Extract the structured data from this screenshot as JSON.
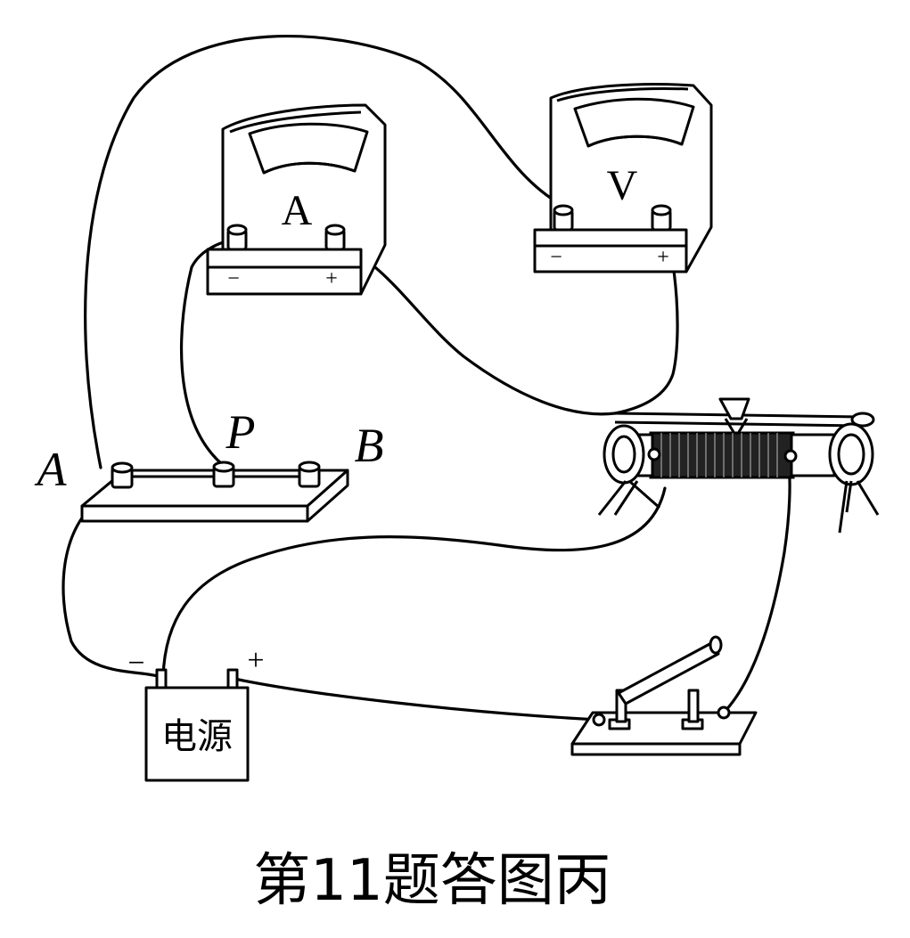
{
  "labels": {
    "ammeter": "A",
    "voltmeter": "V",
    "meter_minus": "−",
    "meter_plus": "+",
    "point_a": "A",
    "point_p": "P",
    "point_b": "B",
    "battery_minus": "−",
    "battery_plus": "+",
    "power_supply": "电源"
  },
  "caption": "第11题答图丙",
  "colors": {
    "ink": "#000000",
    "background": "#ffffff"
  }
}
